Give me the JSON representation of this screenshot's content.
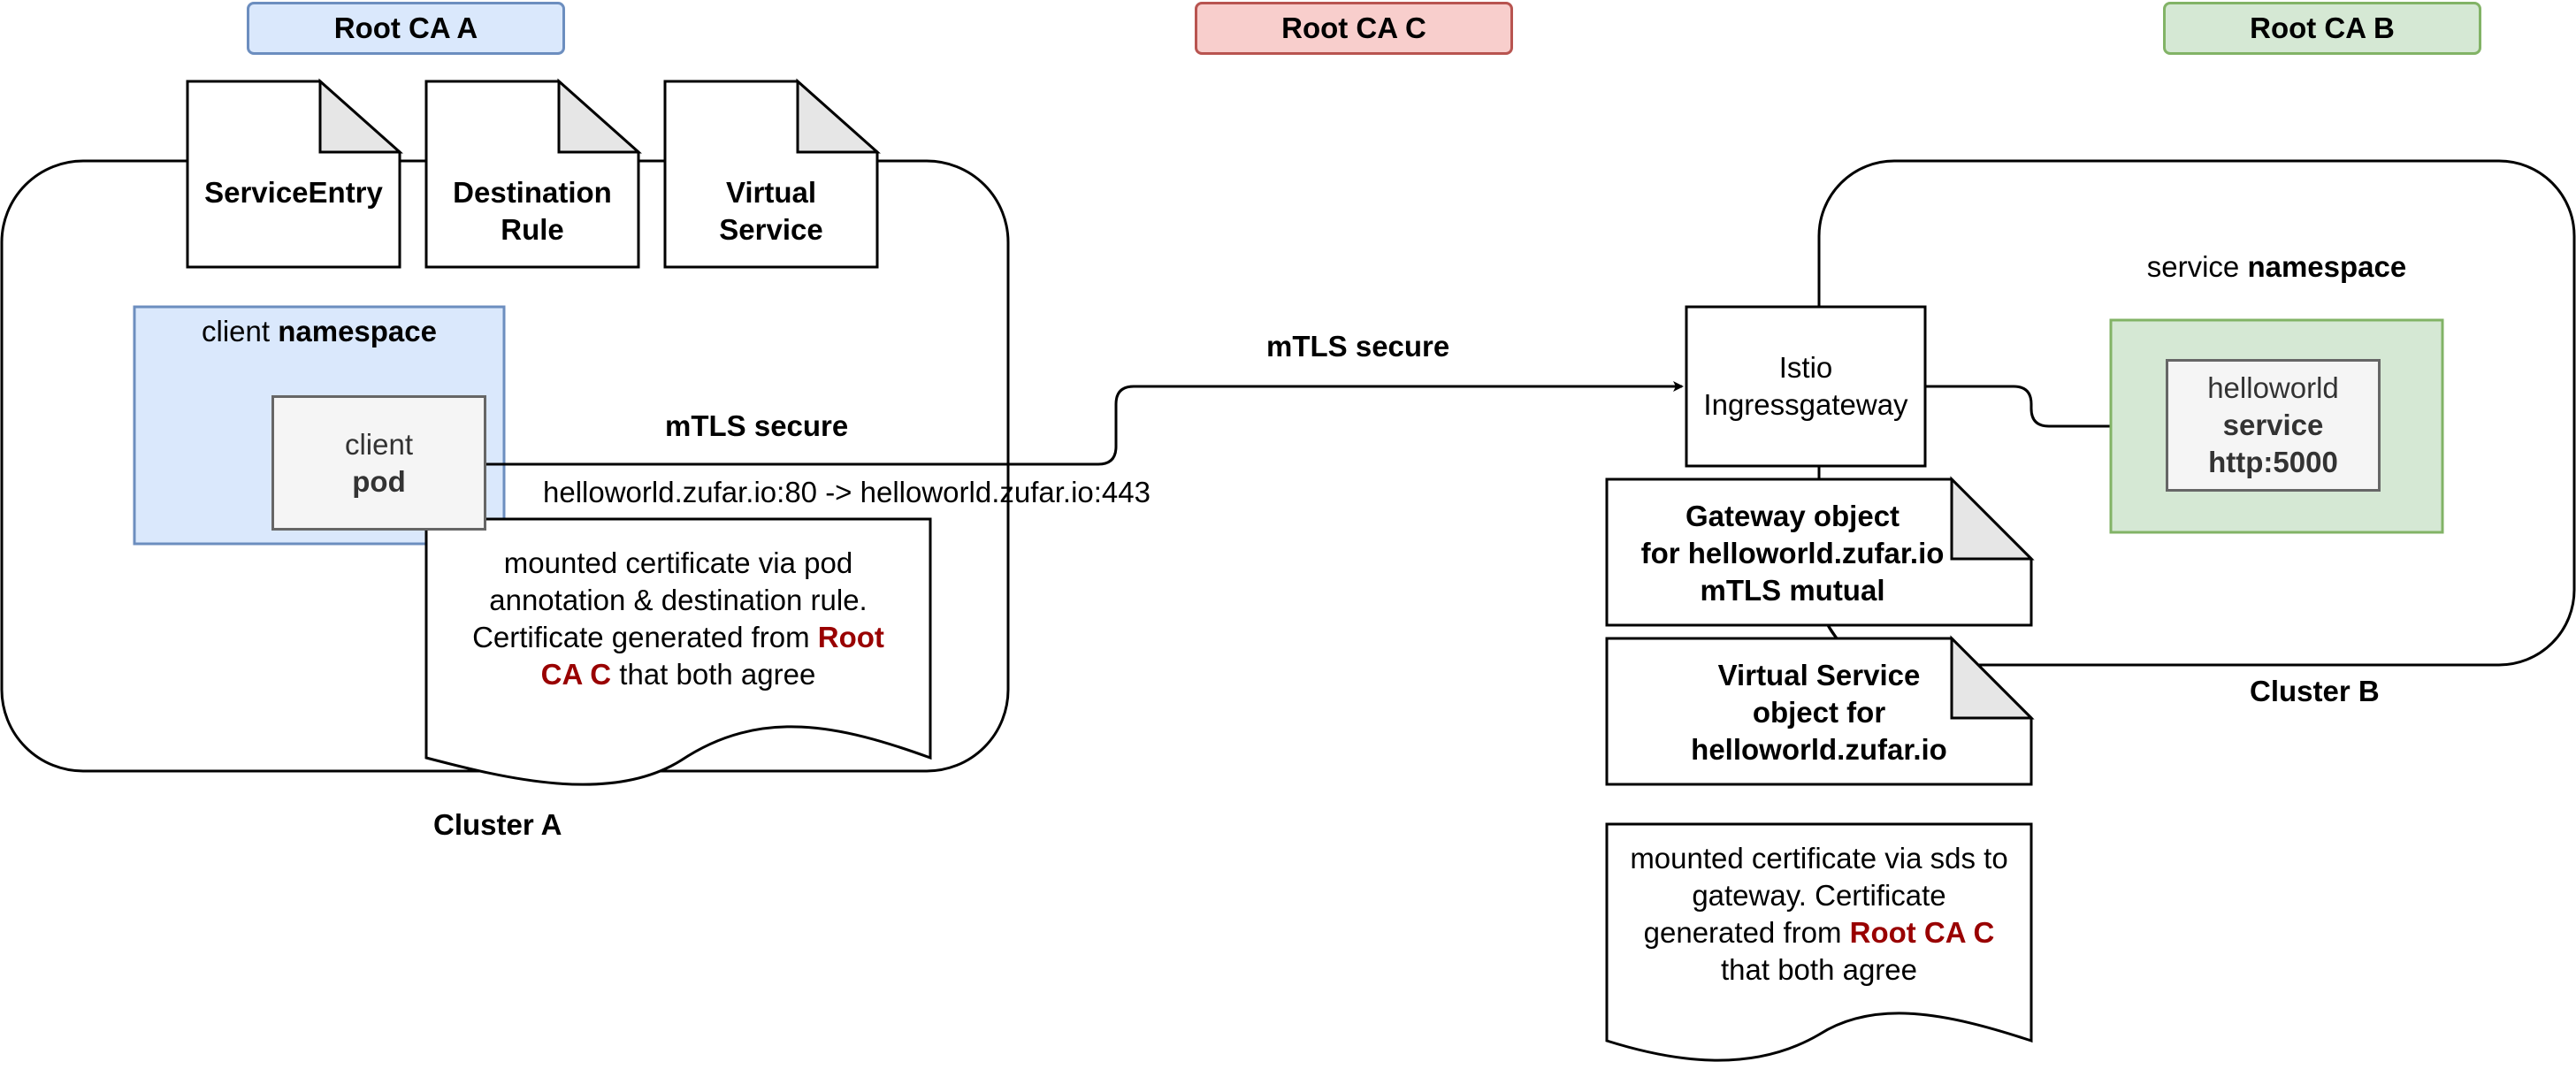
{
  "root_ca": {
    "a": {
      "label": "Root CA A",
      "fill": "#dae8fc",
      "stroke": "#6c8ebf"
    },
    "c": {
      "label": "Root CA C",
      "fill": "#f8cecc",
      "stroke": "#b85450"
    },
    "b": {
      "label": "Root CA B",
      "fill": "#d5e8d4",
      "stroke": "#82b366"
    }
  },
  "cluster_a": {
    "label": "Cluster A",
    "documents": [
      {
        "line1": "ServiceEntry",
        "line2": ""
      },
      {
        "line1": "Destination",
        "line2": "Rule"
      },
      {
        "line1": "Virtual",
        "line2": "Service"
      }
    ],
    "client_namespace": {
      "prefix": "client ",
      "bold": "namespace"
    },
    "client_pod": {
      "line1": "client",
      "line2": "pod"
    },
    "note": {
      "line1": "mounted certificate via pod",
      "line2": "annotation & destination rule.",
      "line3_pre": "Certificate generated from ",
      "line3_red": "Root",
      "line4_red": "CA C",
      "line4_post": " that both agree"
    }
  },
  "connections": {
    "left_label": "mTLS secure",
    "right_label": "mTLS secure",
    "route": "helloworld.zufar.io:80 -> helloworld.zufar.io:443"
  },
  "cluster_b": {
    "label": "Cluster B",
    "gateway": {
      "line1": "Istio",
      "line2": "Ingressgateway"
    },
    "gateway_object": {
      "line1": "Gateway object",
      "line2": "for helloworld.zufar.io",
      "line3": "mTLS mutual"
    },
    "virtual_service_object": {
      "line1": "Virtual Service",
      "line2": "object for",
      "line3": "helloworld.zufar.io"
    },
    "service_namespace": {
      "prefix": "service ",
      "bold": "namespace"
    },
    "service": {
      "line1": "helloworld",
      "line2": "service",
      "line3": "http:5000"
    },
    "note": {
      "line1": "mounted certificate via sds to",
      "line2": "gateway. Certificate",
      "line3_pre": "generated from ",
      "line3_red": "Root CA C",
      "line4": "that both agree"
    }
  }
}
